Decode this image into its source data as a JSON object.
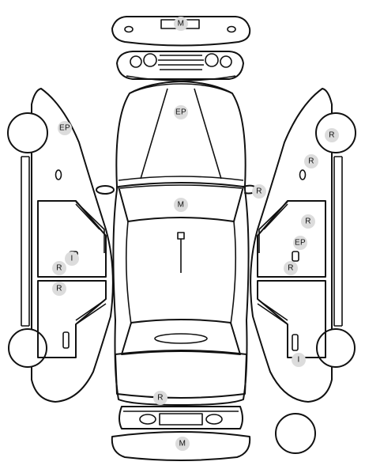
{
  "markers": {
    "front_bumper": "M",
    "hood": "EP",
    "roof": "M",
    "trunk": "R",
    "rear_bumper": "M",
    "right_mirror": "R",
    "left_front_wheel": "EP",
    "left_door_i": "I",
    "left_door_r1": "R",
    "left_door_r2": "R",
    "right_front_wheel": "R",
    "right_front_fender": "R",
    "right_front_door": "R",
    "right_door_ep": "EP",
    "right_door_r": "R",
    "right_rear_i": "I"
  },
  "colors": {
    "outline": "#111111",
    "marker_fill": "#dcdcdc",
    "background": "#ffffff"
  }
}
